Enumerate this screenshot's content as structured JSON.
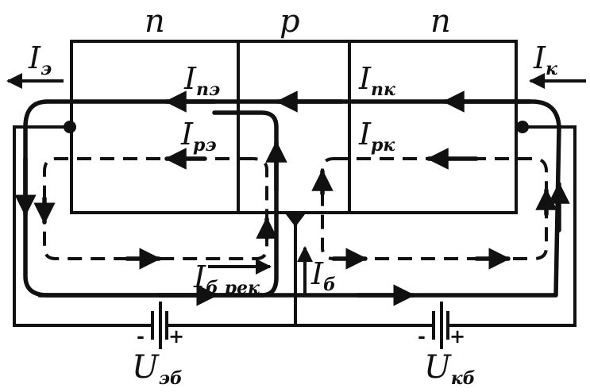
{
  "regions": {
    "left": "n",
    "middle": "p",
    "right": "n"
  },
  "currents": {
    "emitter": {
      "main": "I",
      "sub": "э"
    },
    "collector": {
      "main": "I",
      "sub": "к"
    },
    "electron_emitter": {
      "main": "I",
      "sub": "пэ"
    },
    "electron_collector": {
      "main": "I",
      "sub": "пк"
    },
    "hole_emitter": {
      "main": "I",
      "sub": "рэ"
    },
    "hole_collector": {
      "main": "I",
      "sub": "рк"
    },
    "recombination": {
      "main": "I",
      "sub": "б рек"
    },
    "base": {
      "main": "I",
      "sub": "б"
    }
  },
  "sources": {
    "emitter_base": {
      "main": "U",
      "sub": "эб",
      "neg": "-",
      "pos": "+"
    },
    "collector_base": {
      "main": "U",
      "sub": "кб",
      "neg": "-",
      "pos": "+"
    }
  }
}
